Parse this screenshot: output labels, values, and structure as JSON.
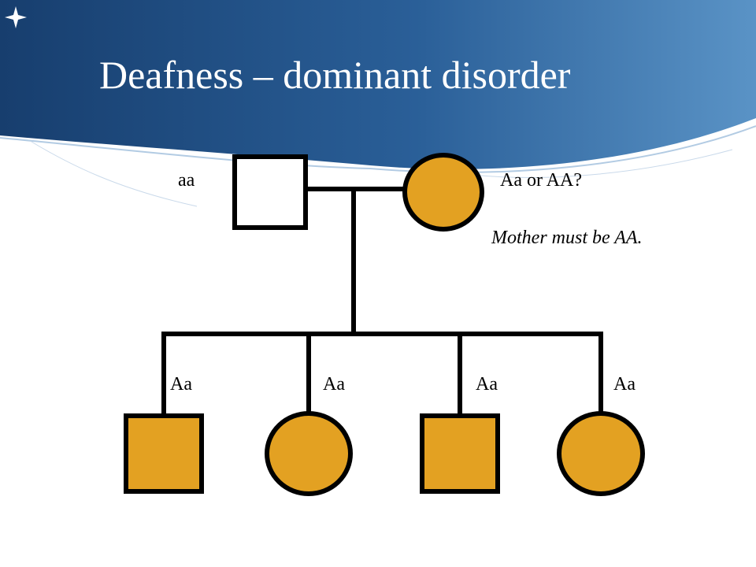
{
  "slide": {
    "title": "Deafness – dominant disorder",
    "note": "Mother must be AA.",
    "corner_icon": "plus-star-icon"
  },
  "colors": {
    "banner_dark": "#1f4f86",
    "banner_light": "#4d88be",
    "affected_fill": "#e3a122",
    "unaffected_fill": "#ffffff",
    "line": "#000000"
  },
  "pedigree": {
    "parents": {
      "father": {
        "sex": "male",
        "affected": false,
        "genotype": "aa"
      },
      "mother": {
        "sex": "female",
        "affected": true,
        "genotype": "Aa or AA?"
      }
    },
    "children": [
      {
        "sex": "male",
        "affected": true,
        "genotype": "Aa"
      },
      {
        "sex": "female",
        "affected": true,
        "genotype": "Aa"
      },
      {
        "sex": "male",
        "affected": true,
        "genotype": "Aa"
      },
      {
        "sex": "female",
        "affected": true,
        "genotype": "Aa"
      }
    ]
  }
}
